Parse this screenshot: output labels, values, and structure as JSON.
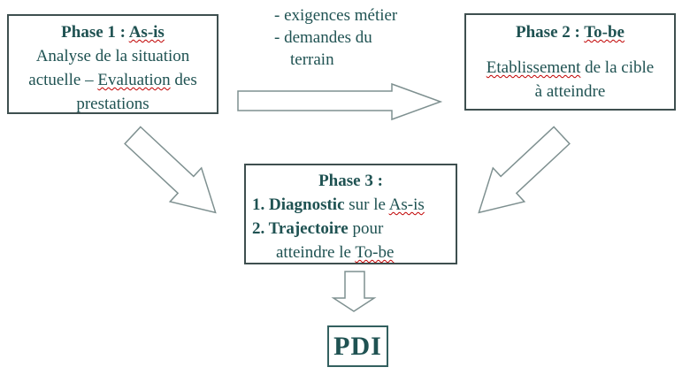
{
  "colors": {
    "text": "#1F5252",
    "box_border": "#3E4F4F",
    "pdi_border": "#33605F",
    "arrow_outline": "#7E9090",
    "spellcheck_squiggle": "#C00000",
    "background": "#FFFFFF"
  },
  "phase1": {
    "title_prefix": "Phase 1 : ",
    "title_word": "As-is",
    "line2": "Analyse de la situation",
    "line3_prefix": "actuelle – ",
    "line3_word": "Evaluation",
    "line3_suffix": " des",
    "line4": "prestations"
  },
  "annotation": {
    "line1": "- exigences métier",
    "line2": "- demandes du",
    "line3": "terrain"
  },
  "phase2": {
    "title_prefix": "Phase 2 : ",
    "title_word": "To-be",
    "line2_word": "Etablissement",
    "line2_suffix": " de la cible",
    "line3": "à atteindre"
  },
  "phase3": {
    "title": "Phase 3 :",
    "item1_bold": "1. Diagnostic",
    "item1_mid": " sur le ",
    "item1_word": "As-is",
    "item2_bold": "2. Trajectoire",
    "item2_suffix": " pour",
    "item2_line2_prefix": "atteindre le ",
    "item2_line2_word": "To-be"
  },
  "output": {
    "label": "PDI"
  }
}
